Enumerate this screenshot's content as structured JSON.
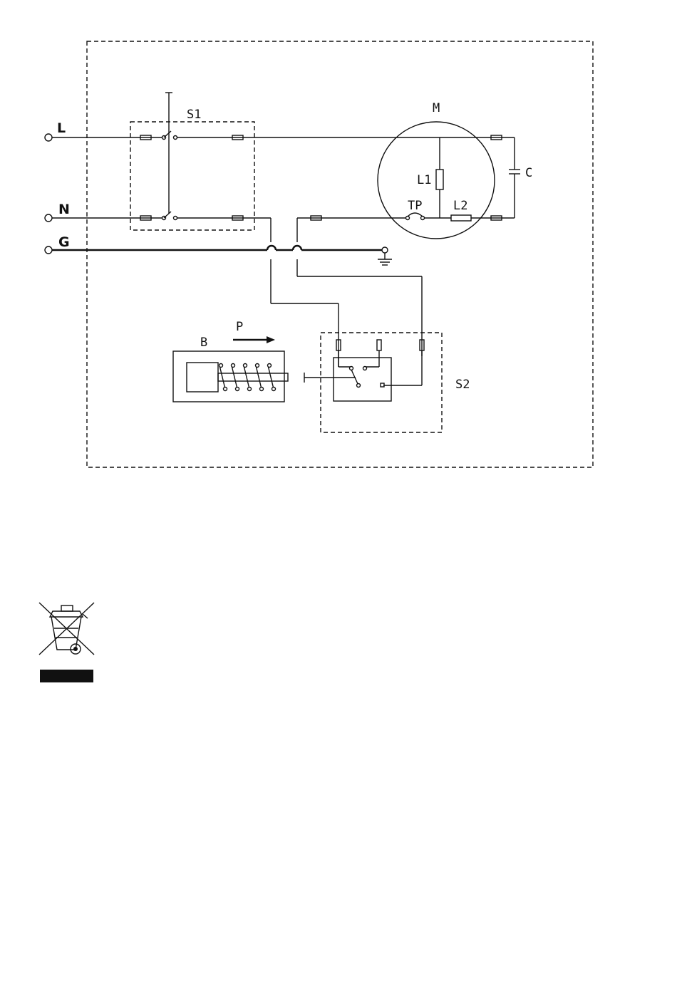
{
  "terminals": {
    "line": "L",
    "neutral": "N",
    "ground": "G"
  },
  "components": {
    "main_switch": "S1",
    "motor": "M",
    "winding_1": "L1",
    "winding_2": "L2",
    "thermal_protector": "TP",
    "capacitor": "C",
    "pressure_switch": "S2",
    "bellows": "B",
    "pressure": "P"
  },
  "disposal_icon": "crossed-out-wheelie-bin-icon",
  "colors": {
    "ink": "#111111",
    "paper": "#ffffff"
  }
}
